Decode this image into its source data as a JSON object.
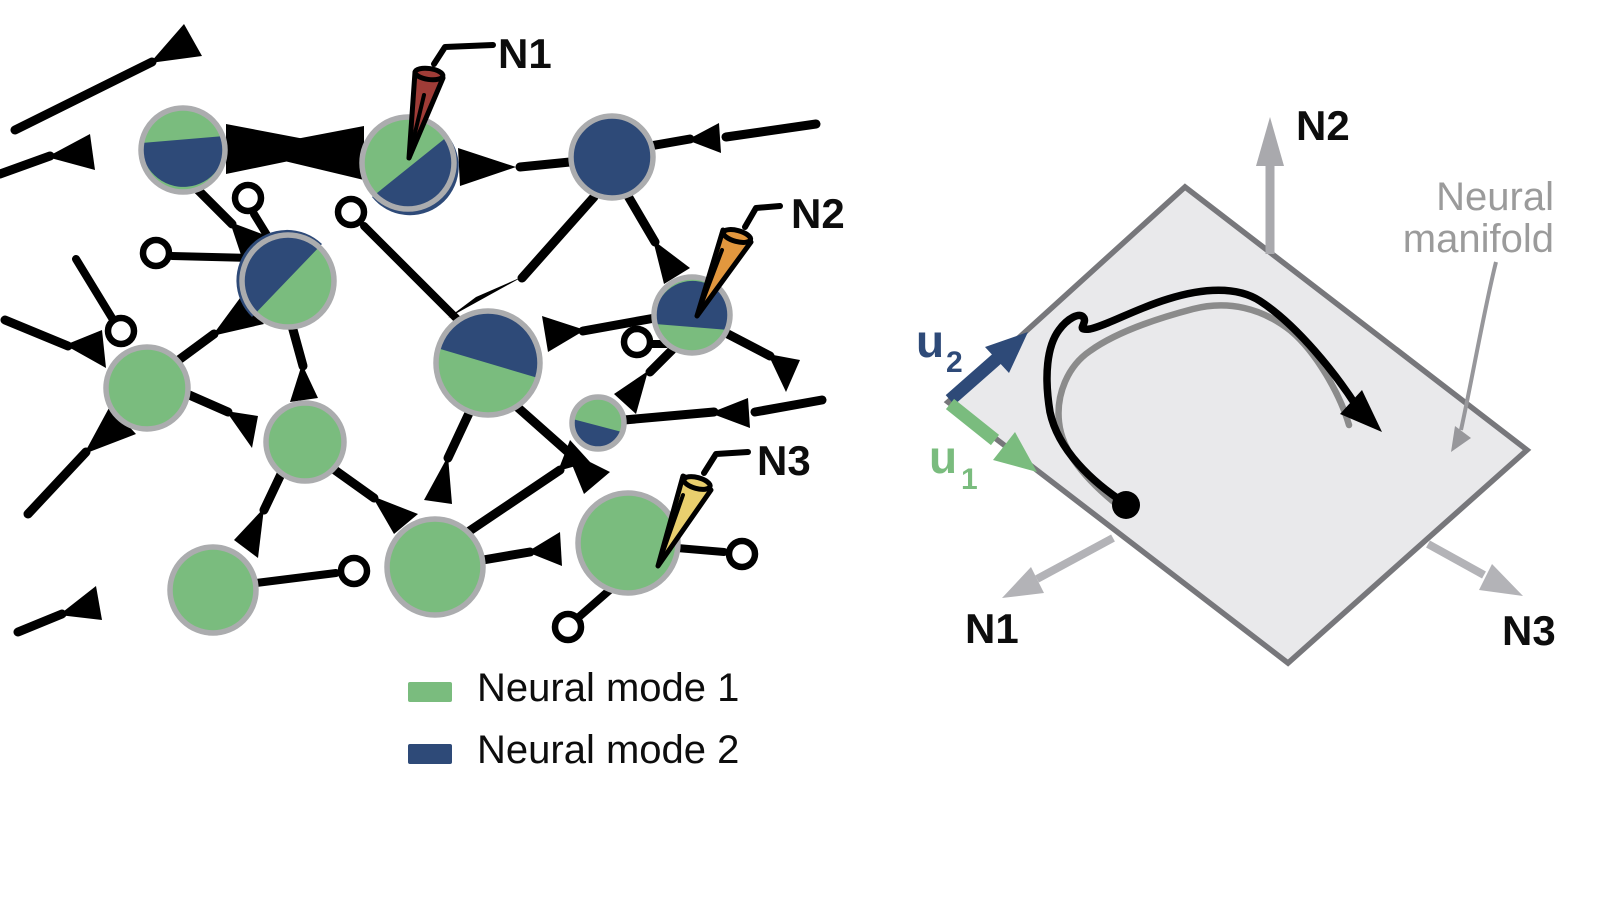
{
  "figure": {
    "description": "Neural network with recording electrodes (left) and low-dimensional neural manifold in neuron firing-rate space (right)"
  },
  "colors": {
    "neural_mode_1_green": "#7abc7e",
    "neural_mode_2_blue": "#2e4a78",
    "neuron_outline_gray": "#abacae",
    "electrode_n1_red": "#9f3c37",
    "electrode_n2_orange": "#e2973e",
    "electrode_n3_yellow": "#e9cf6e",
    "manifold_fill": "#e9e9eb",
    "manifold_edge": "#77777b",
    "axis_gray": "#a9a9ad",
    "trajectory_gray": "#8b8b8b",
    "annotation_gray": "#9b9b9b"
  },
  "network": {
    "electrodes": [
      {
        "id": "N1",
        "label": "N1",
        "color": "#9f3c37"
      },
      {
        "id": "N2",
        "label": "N2",
        "color": "#e2973e"
      },
      {
        "id": "N3",
        "label": "N3",
        "color": "#e9cf6e"
      }
    ],
    "legend": [
      {
        "label": "Neural mode 1",
        "color": "#7abc7e"
      },
      {
        "label": "Neural mode 2",
        "color": "#2e4a78"
      }
    ]
  },
  "manifold": {
    "label": [
      "Neural",
      "manifold"
    ],
    "axes": [
      "N1",
      "N2",
      "N3"
    ],
    "basis": [
      {
        "base": "u",
        "sub": "1",
        "color": "#7abc7e"
      },
      {
        "base": "u",
        "sub": "2",
        "color": "#2e4a78"
      }
    ]
  }
}
